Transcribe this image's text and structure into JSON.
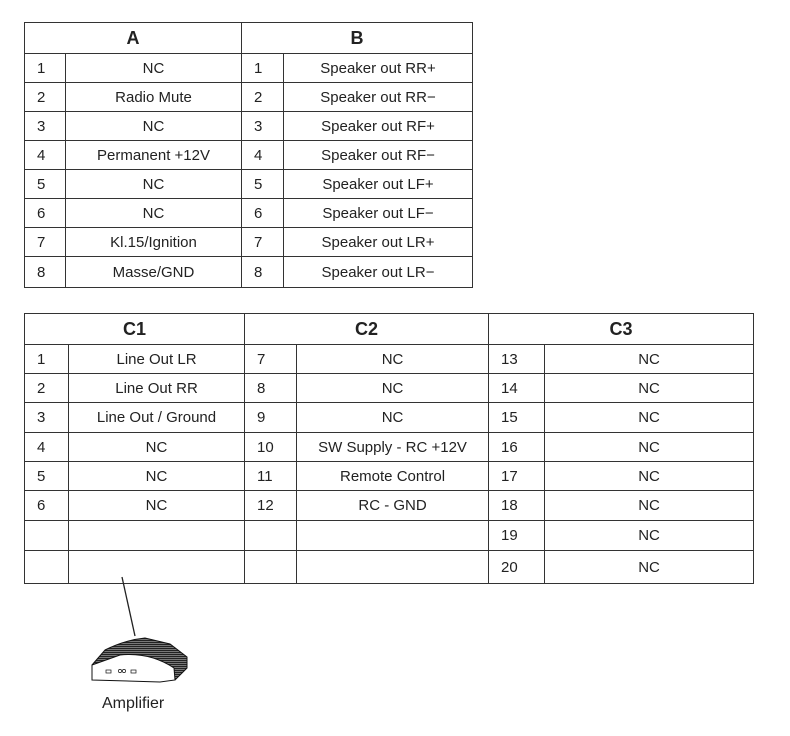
{
  "table_ab": {
    "headers": [
      "A",
      "B"
    ],
    "rows": [
      [
        "1",
        "NC",
        "1",
        "Speaker out RR+"
      ],
      [
        "2",
        "Radio Mute",
        "2",
        "Speaker out RR−"
      ],
      [
        "3",
        "NC",
        "3",
        "Speaker out RF+"
      ],
      [
        "4",
        "Permanent +12V",
        "4",
        "Speaker out RF−"
      ],
      [
        "5",
        "NC",
        "5",
        "Speaker out LF+"
      ],
      [
        "6",
        "NC",
        "6",
        "Speaker out LF−"
      ],
      [
        "7",
        "Kl.15/Ignition",
        "7",
        "Speaker out LR+"
      ],
      [
        "8",
        "Masse/GND",
        "8",
        "Speaker out LR−"
      ]
    ]
  },
  "table_c": {
    "headers": [
      "C1",
      "C2",
      "C3"
    ],
    "rows": [
      [
        "1",
        "Line Out LR",
        "7",
        "NC",
        "13",
        "NC"
      ],
      [
        "2",
        "Line Out RR",
        "8",
        "NC",
        "14",
        "NC"
      ],
      [
        "3",
        "Line Out / Ground",
        "9",
        "NC",
        "15",
        "NC"
      ],
      [
        "4",
        "NC",
        "10",
        "SW Supply - RC +12V",
        "16",
        "NC"
      ],
      [
        "5",
        "NC",
        "11",
        "Remote Control",
        "17",
        "NC"
      ],
      [
        "6",
        "NC",
        "12",
        "RC - GND",
        "18",
        "NC"
      ],
      [
        "",
        "",
        "",
        "",
        "19",
        "NC"
      ],
      [
        "",
        "",
        "",
        "",
        "20",
        "NC"
      ]
    ]
  },
  "amplifier": {
    "label": "Amplifier"
  }
}
